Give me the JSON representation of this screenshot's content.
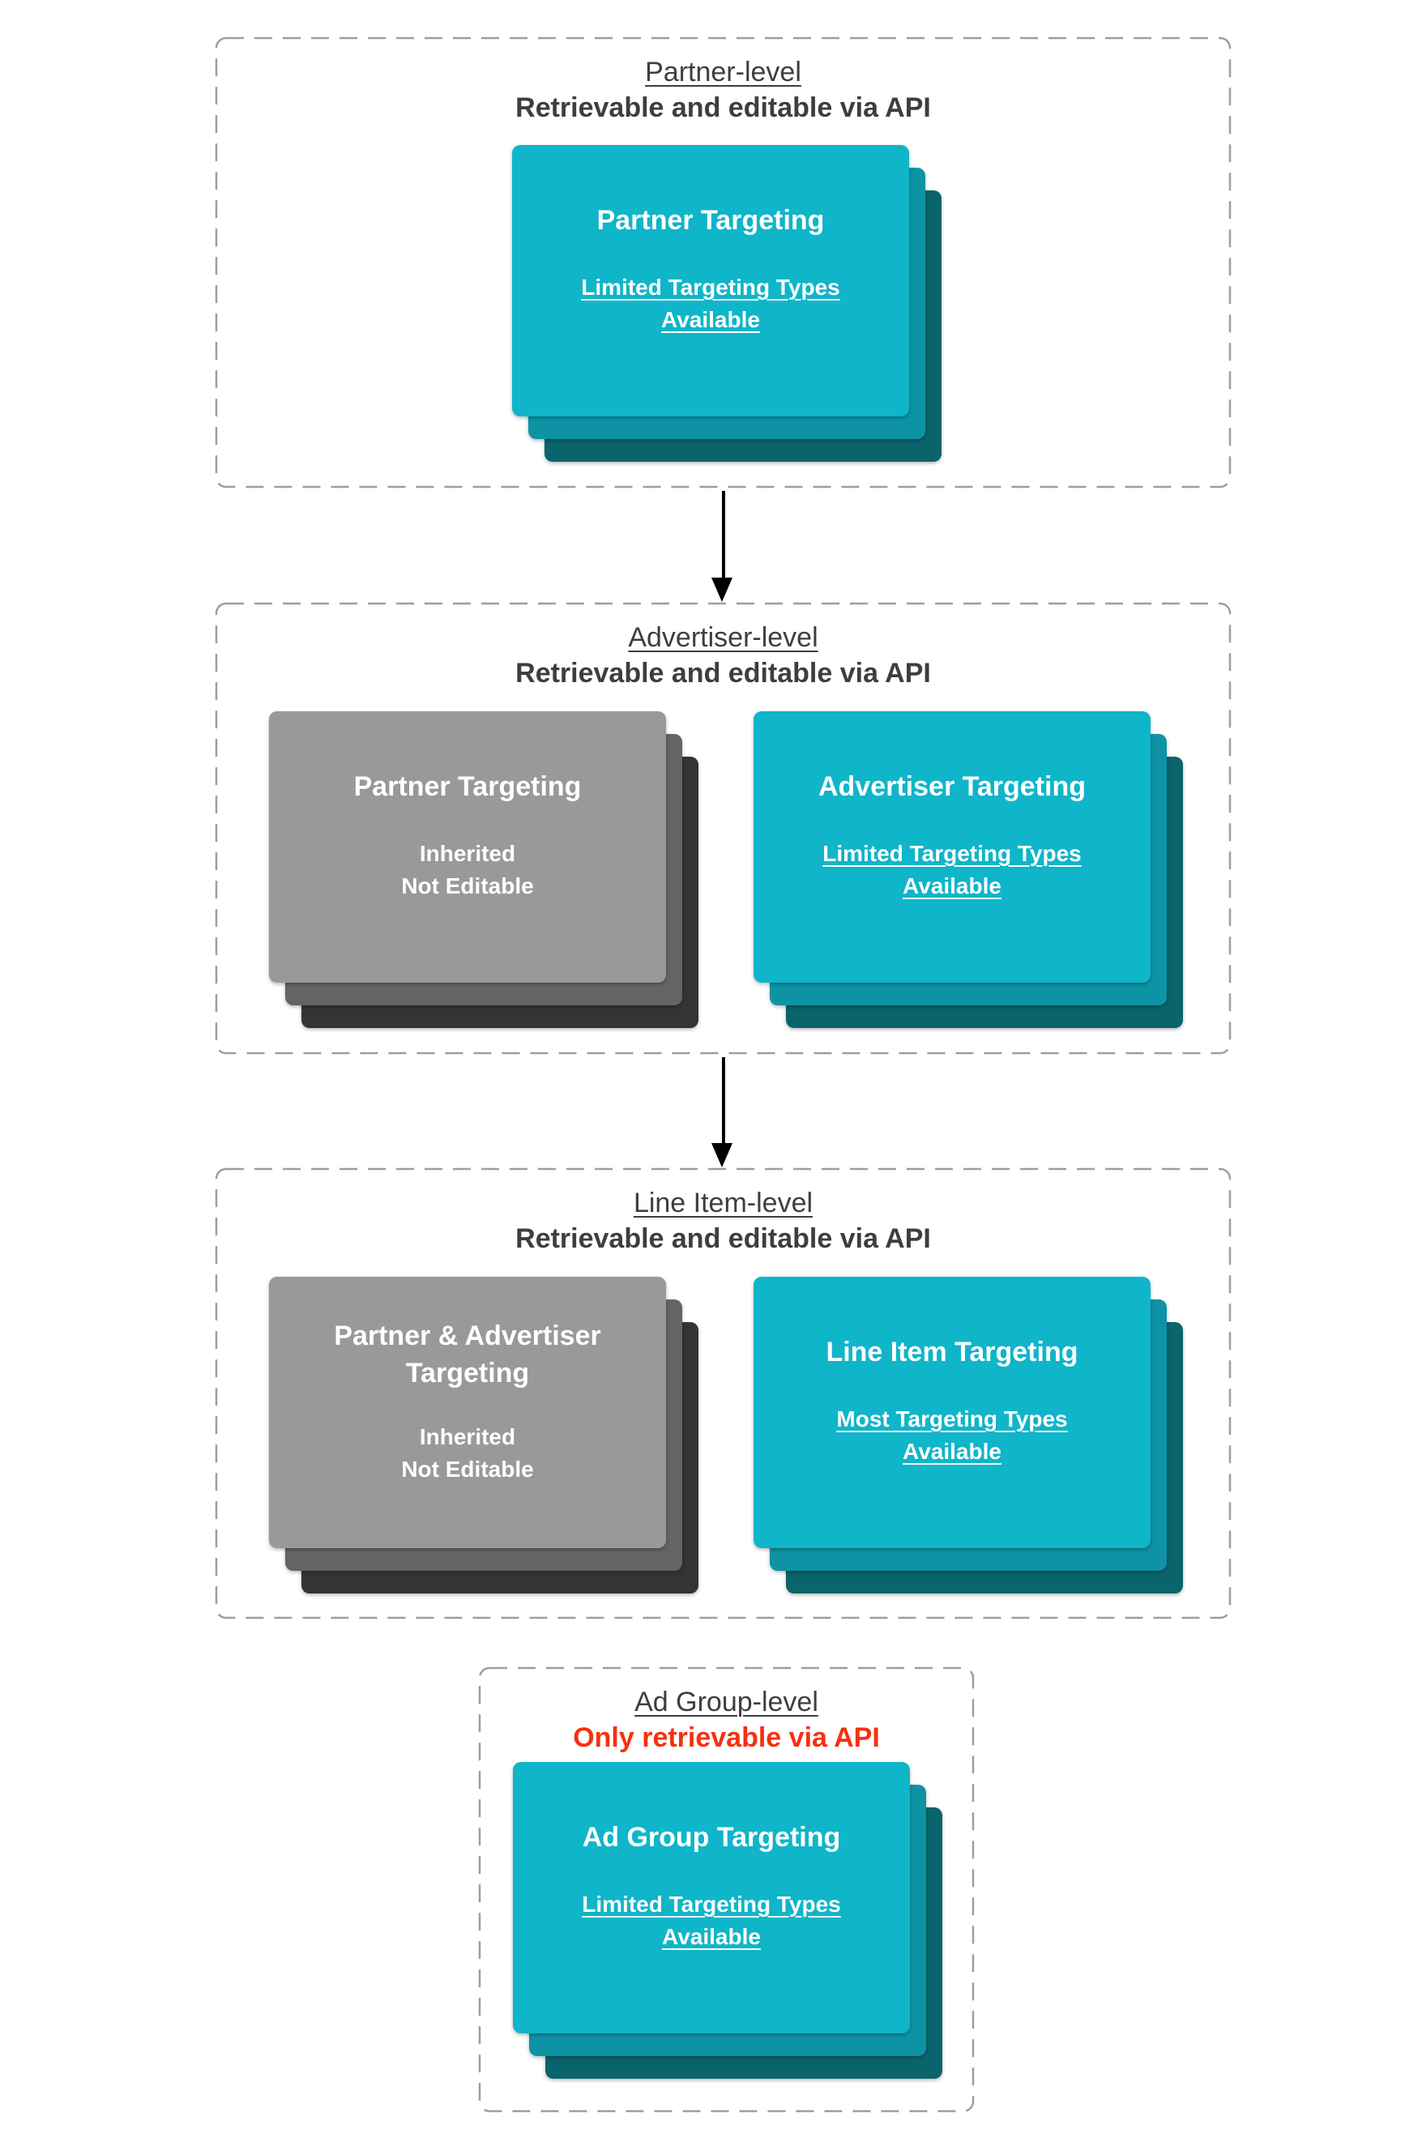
{
  "colors": {
    "teal1": "#0fb5c9",
    "teal2": "#0d93a4",
    "teal3": "#0a646c",
    "gray1": "#999999",
    "gray2": "#646464",
    "gray3": "#343434",
    "heading": "#3e3e3e",
    "red": "#f6300f",
    "dash-border": "#9e9e9e",
    "arrow": "#000000",
    "card-text": "#ffffff"
  },
  "sections": [
    {
      "id": "partner-level",
      "title": "Partner-level",
      "subtitle": "Retrievable and editable via API",
      "subtitle_color": "dark",
      "cards": [
        {
          "style": "teal",
          "title": "Partner Targeting",
          "subtitle": "Limited Targeting Types Available",
          "subtitle_underlined": true
        }
      ]
    },
    {
      "id": "advertiser-level",
      "title": "Advertiser-level",
      "subtitle": "Retrievable and editable via API",
      "subtitle_color": "dark",
      "cards": [
        {
          "style": "gray",
          "title": "Partner Targeting",
          "subtitle": "Inherited\nNot Editable",
          "subtitle_underlined": false
        },
        {
          "style": "teal",
          "title": "Advertiser Targeting",
          "subtitle": "Limited Targeting Types Available",
          "subtitle_underlined": true
        }
      ]
    },
    {
      "id": "line-item-level",
      "title": "Line Item-level",
      "subtitle": "Retrievable and editable via API",
      "subtitle_color": "dark",
      "cards": [
        {
          "style": "gray",
          "title": "Partner & Advertiser Targeting",
          "subtitle": "Inherited\nNot Editable",
          "subtitle_underlined": false
        },
        {
          "style": "teal",
          "title": "Line Item Targeting",
          "subtitle": "Most Targeting Types Available",
          "subtitle_underlined": true
        }
      ]
    },
    {
      "id": "ad-group-level",
      "title": "Ad Group-level",
      "subtitle": "Only retrievable via API",
      "subtitle_color": "red",
      "cards": [
        {
          "style": "teal",
          "title": "Ad Group Targeting",
          "subtitle": "Limited Targeting Types Available",
          "subtitle_underlined": true
        }
      ]
    }
  ],
  "arrows": [
    {
      "from": "partner-level",
      "to": "advertiser-level",
      "direction": "down"
    },
    {
      "from": "advertiser-level",
      "to": "line-item-level",
      "direction": "down"
    }
  ]
}
